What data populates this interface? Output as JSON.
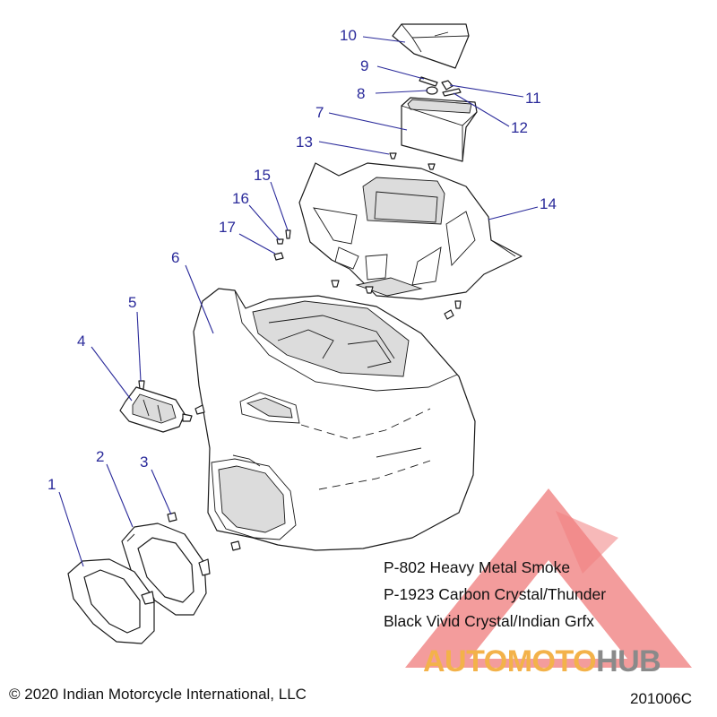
{
  "callouts": [
    "1",
    "2",
    "3",
    "4",
    "5",
    "6",
    "7",
    "8",
    "9",
    "10",
    "11",
    "12",
    "13",
    "14",
    "15",
    "16",
    "17"
  ],
  "color_notes": [
    "P-802 Heavy Metal Smoke",
    "P-1923 Carbon Crystal/Thunder",
    "Black Vivid Crystal/Indian Grfx"
  ],
  "copyright": "© 2020 Indian Motorcycle International, LLC",
  "diagram_code": "201006C",
  "watermark": {
    "part_a": "AUTOMOTO",
    "part_b": "HUB",
    "colors": {
      "triangle": "#f08080",
      "text_a": "#f3b24a",
      "text_b": "#8a8a8a"
    }
  },
  "colors": {
    "callout": "#2a2a9a",
    "linework": "#1a1a1a"
  }
}
